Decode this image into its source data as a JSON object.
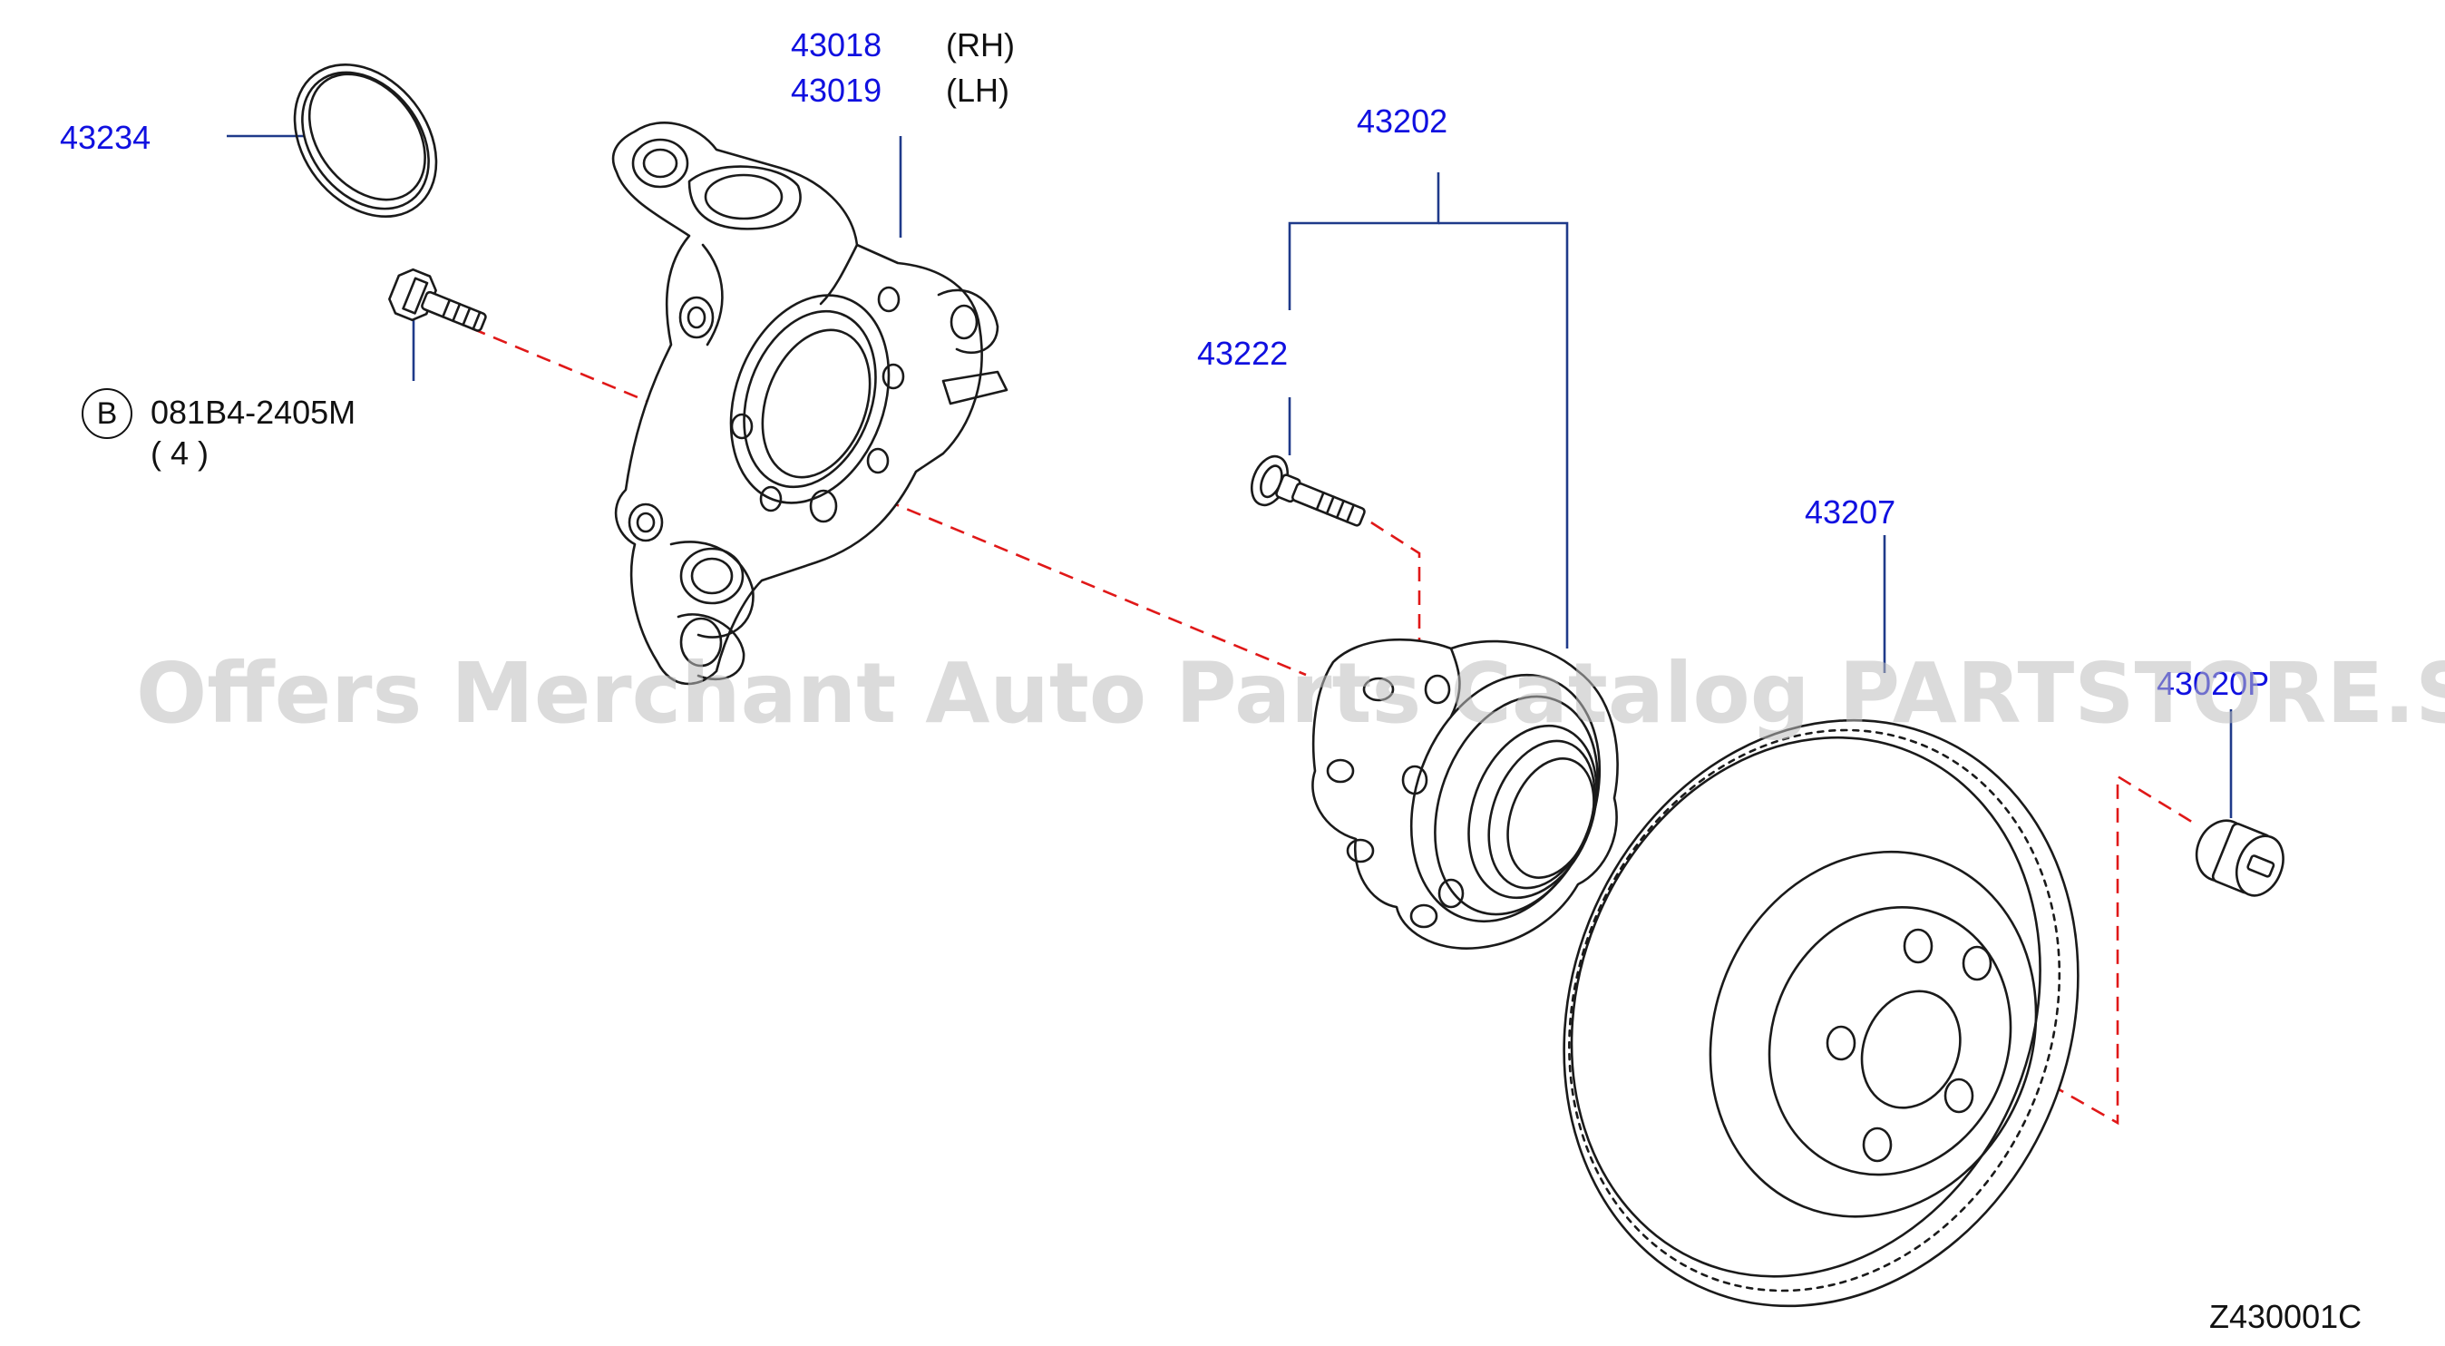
{
  "diagram": {
    "parts": {
      "seal": "43234",
      "knuckle_rh": "43018",
      "knuckle_rh_side": "(RH)",
      "knuckle_lh": "43019",
      "knuckle_lh_side": "(LH)",
      "hub_assembly": "43202",
      "hub_bolt": "43222",
      "disc_rotor": "43207",
      "plug": "43020P"
    },
    "bolt_callout": {
      "marker": "B",
      "part_number": "081B4-2405M",
      "quantity": "( 4 )"
    },
    "figure_code": "Z430001C"
  },
  "watermark": "Offers Merchant Auto Parts Catalog PARTSTORE.SA",
  "colors": {
    "part_number": "#1010e0",
    "leader_line": "#1f3a8a",
    "dashed_axis": "#e01818",
    "drawing": "#1a1a1a"
  }
}
